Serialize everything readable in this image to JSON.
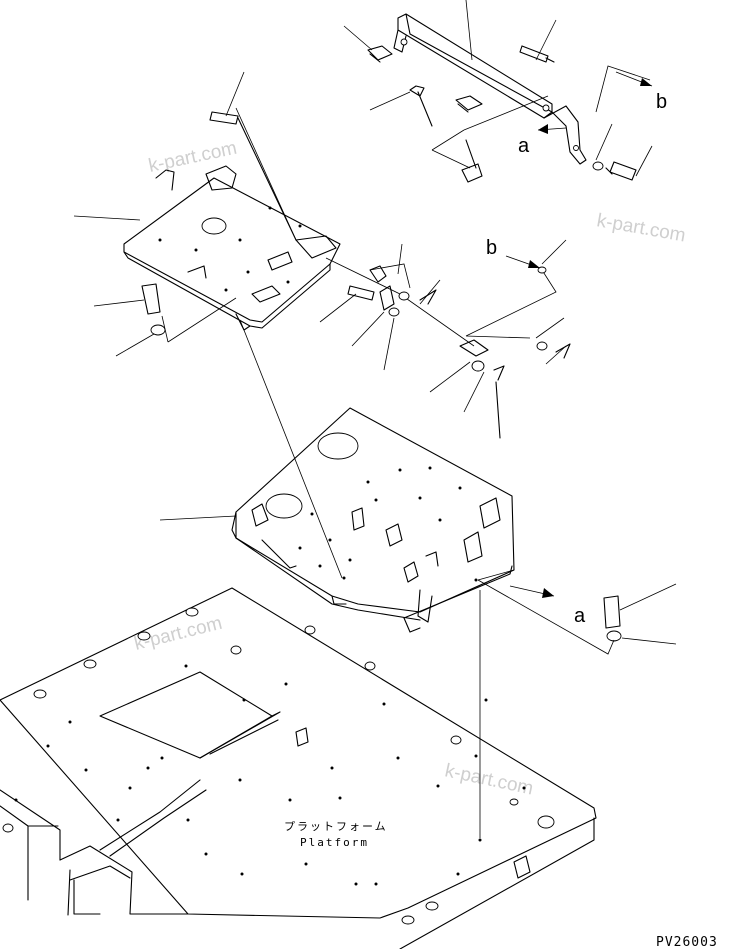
{
  "labels": {
    "a_upper": "a",
    "b_upper": "b",
    "b_middle": "b",
    "a_lower": "a"
  },
  "platform": {
    "jp": "プラットフォーム",
    "en": "Platform"
  },
  "drawing_code": "PV26003",
  "watermark": "k-part.com"
}
